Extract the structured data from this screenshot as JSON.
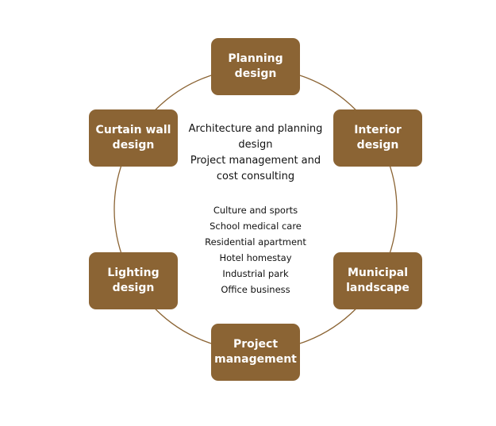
{
  "nodes": [
    {
      "id": "planning",
      "lines": [
        "Planning",
        "design"
      ]
    },
    {
      "id": "interior",
      "lines": [
        "Interior",
        "design"
      ]
    },
    {
      "id": "municipal",
      "lines": [
        "Municipal",
        "landscape"
      ]
    },
    {
      "id": "project",
      "lines": [
        "Project",
        "management"
      ]
    },
    {
      "id": "lighting",
      "lines": [
        "Lighting",
        "design"
      ]
    },
    {
      "id": "curtain",
      "lines": [
        "Curtain wall",
        "design"
      ]
    }
  ],
  "center": {
    "services": [
      "Architecture and planning",
      "design",
      "Project management and",
      "cost consulting"
    ],
    "sectors": [
      "Culture and sports",
      "School medical care",
      "Residential apartment",
      "Hotel homestay",
      "Industrial park",
      "Office business"
    ]
  },
  "colors": {
    "box": "#8b6434",
    "ring": "#8b6434"
  }
}
